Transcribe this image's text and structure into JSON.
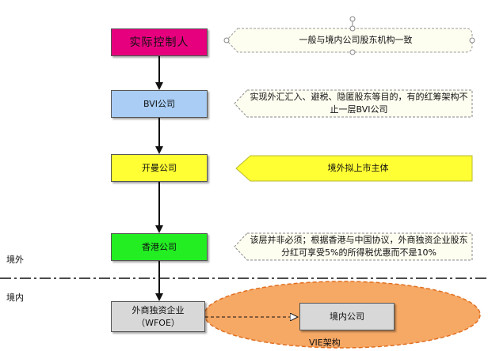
{
  "boxes": {
    "controller": {
      "label": "实际控制人",
      "fill": "#e6007e"
    },
    "bvi": {
      "label": "BVI公司",
      "fill": "#a9cdf5"
    },
    "cayman": {
      "label": "开曼公司",
      "fill": "#ffff33"
    },
    "hk": {
      "label": "香港公司",
      "fill": "#22ee22"
    },
    "wfoe": {
      "line1": "外商独资企业",
      "line2": "（WFOE）",
      "fill": "#d8d8d8"
    },
    "domestic": {
      "label": "境内公司",
      "fill": "#d8d8d8"
    }
  },
  "notes": {
    "note1": "一般与境内公司股东机构一致",
    "note2": "实现外汇汇入、避税、隐匿股东等目的，有的红筹架构不止一层BVI公司",
    "note3": "境外拟上市主体",
    "note4": "该层并非必须；根据香港与中国协议，外商独资企业股东分红可享受5%的所得税优惠而不是10%"
  },
  "regions": {
    "offshore": "境外",
    "onshore": "境内",
    "vie": "VIE架构"
  },
  "colors": {
    "note_fill": "#fdfdf0",
    "note_highlight": "#ffff33",
    "vie_fill": "#f6a865",
    "vie_border": "#e07020"
  }
}
